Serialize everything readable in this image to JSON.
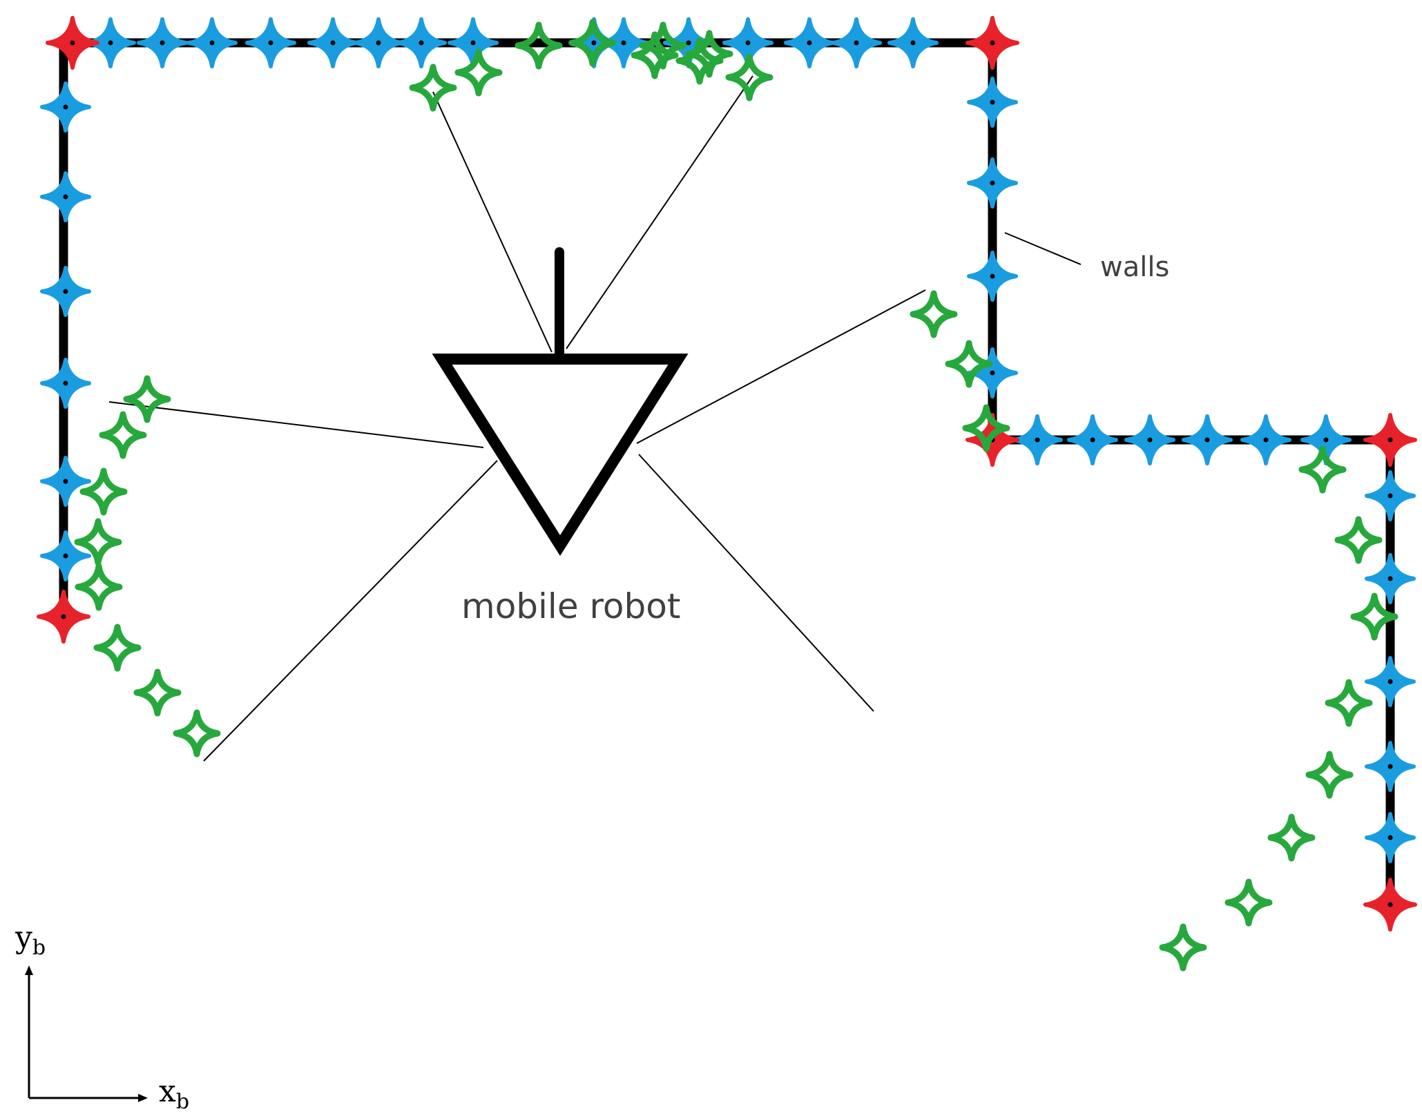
{
  "labels": {
    "walls": "walls",
    "robot": "mobile robot",
    "axis_y_main": "y",
    "axis_y_sub": "b",
    "axis_x_main": "x",
    "axis_x_sub": "b"
  },
  "colors": {
    "wall": "#000000",
    "corner_point": "#e8222a",
    "wall_point": "#1a9de0",
    "sensor_point": "#27a83c",
    "beam": "#000000",
    "robot": "#000000"
  },
  "legend_items": [
    "corner-icon",
    "wall-point-icon",
    "sensor-point-icon"
  ]
}
